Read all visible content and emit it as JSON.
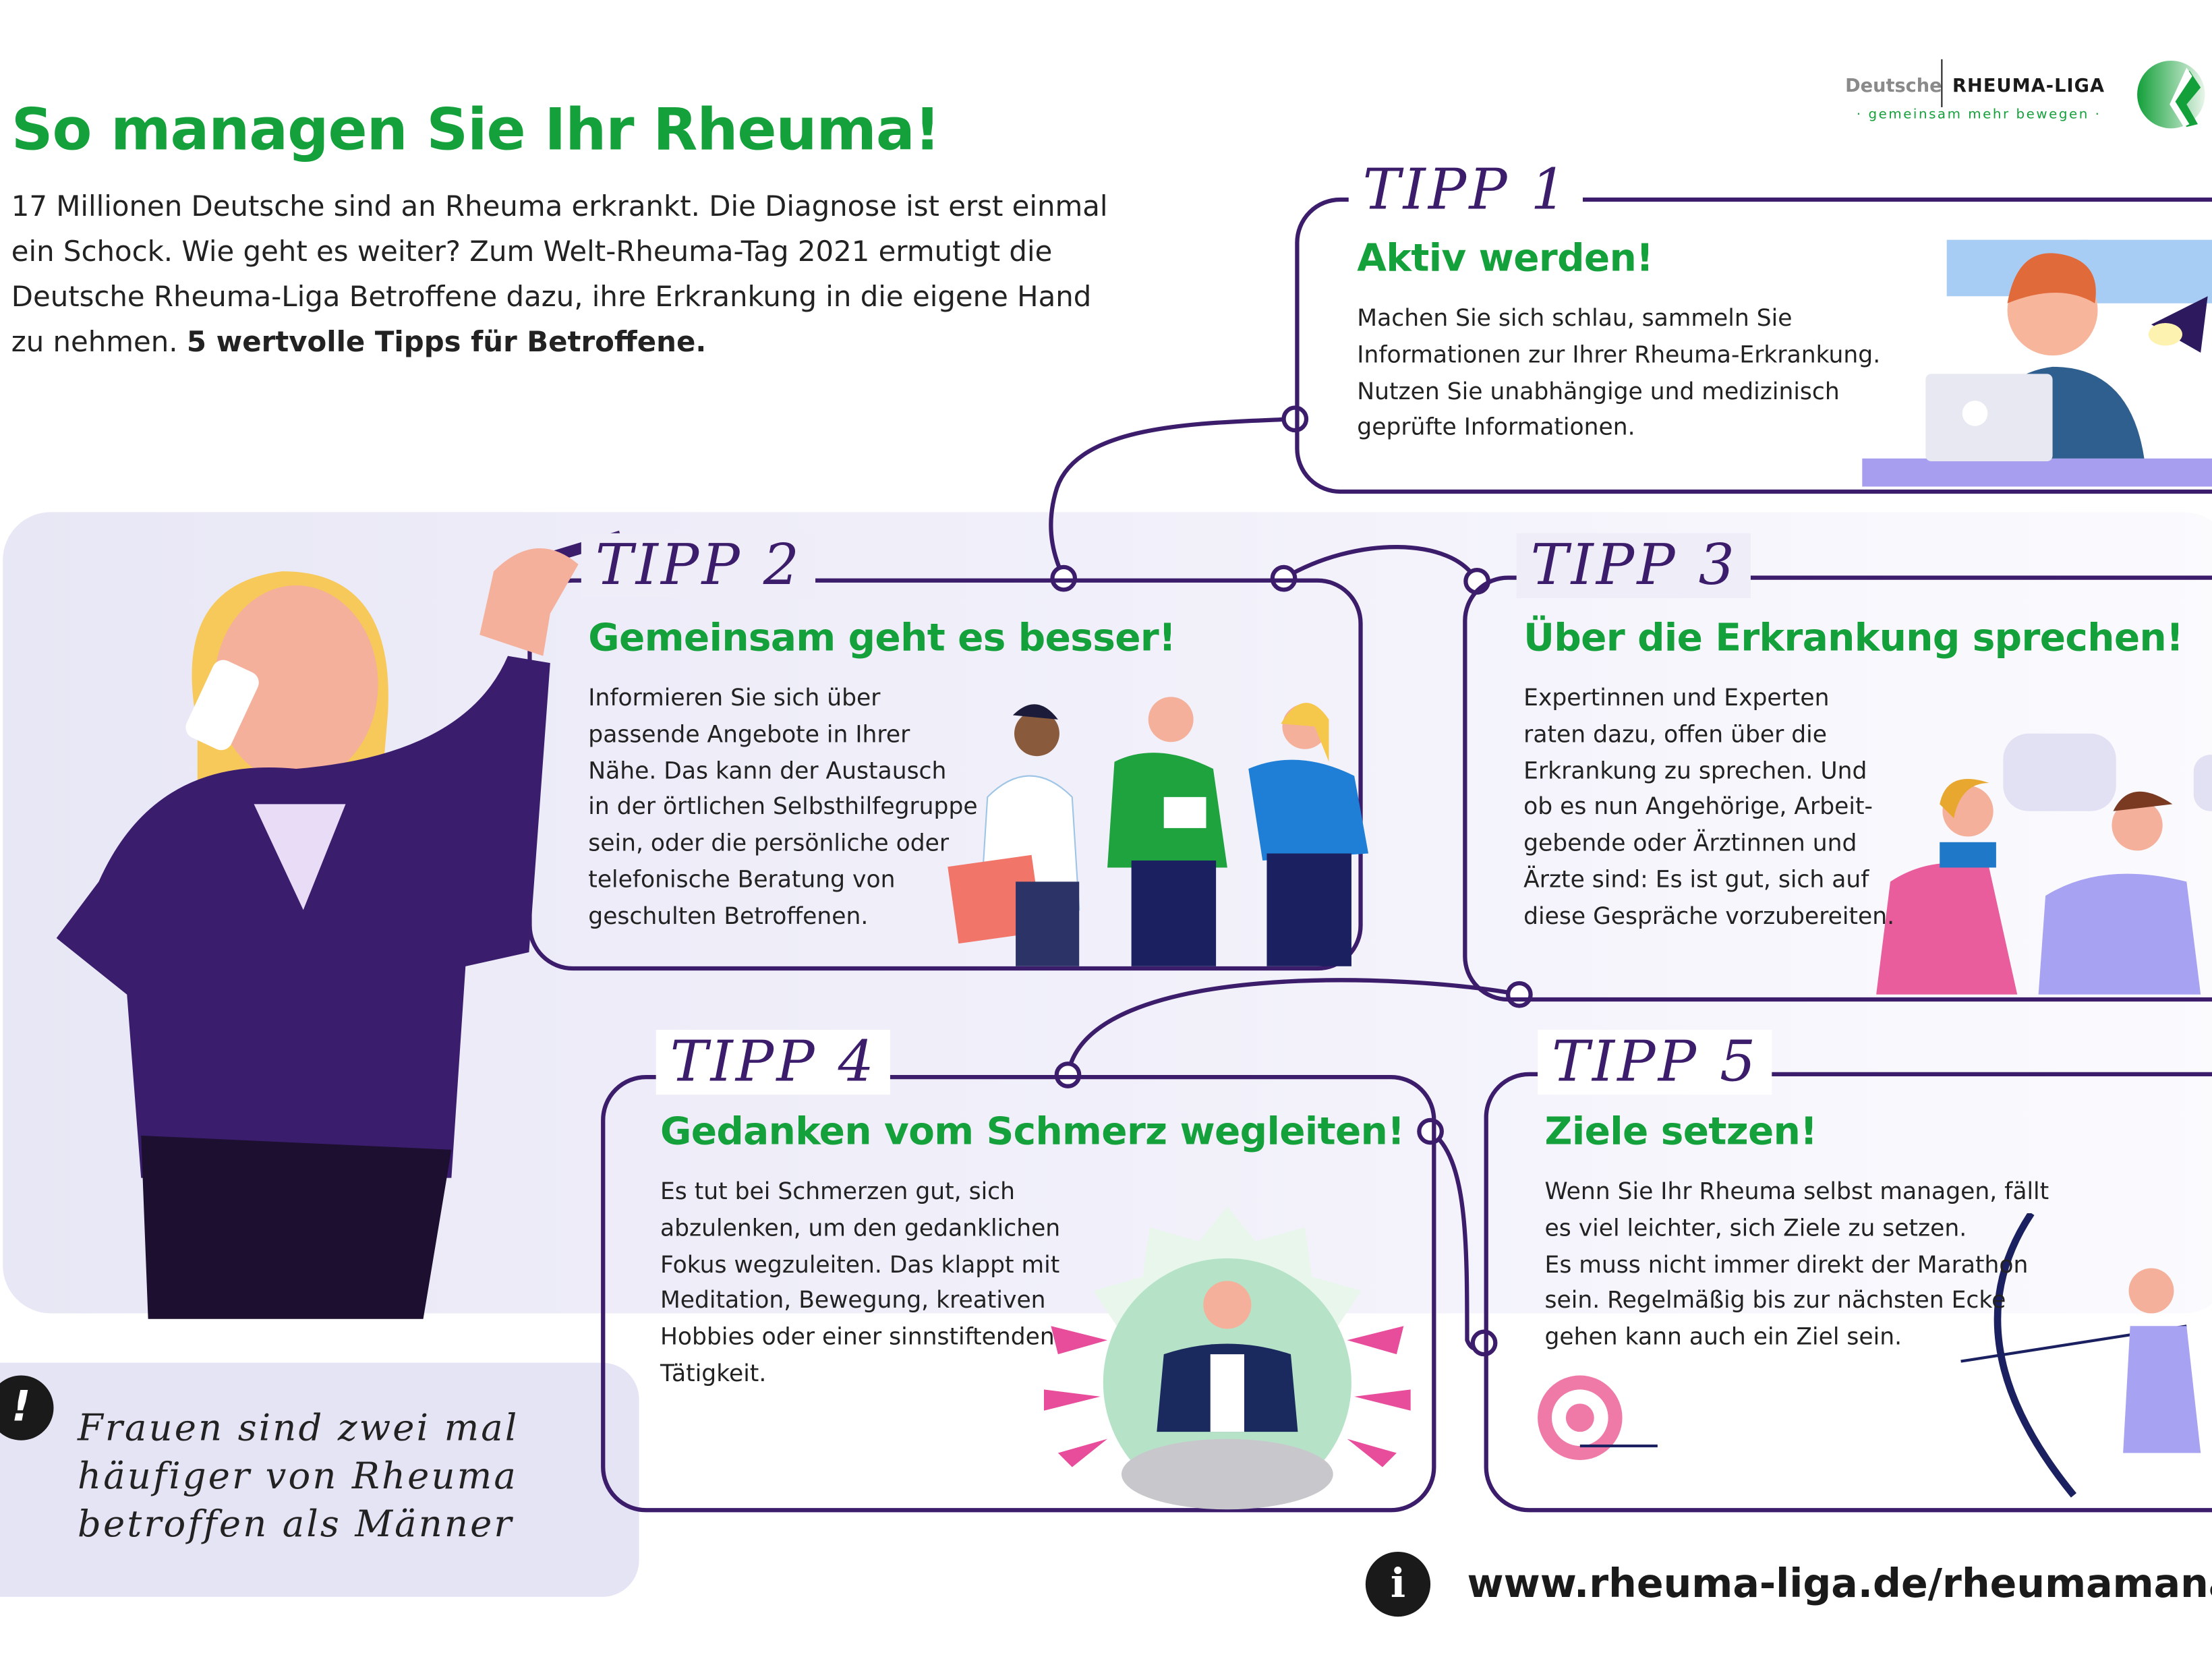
{
  "header": {
    "title": "So managen Sie Ihr Rheuma!",
    "intro": "17 Millionen Deutsche sind an Rheuma erkrankt. Die Diagnose ist erst einmal ein Schock. Wie geht es weiter? Zum Welt-Rheuma-Tag 2021 ermutigt die Deutsche Rheuma-Liga Betroffene dazu, ihre Erkrankung in die eigene Hand zu nehmen.",
    "intro_bold": "5 wertvolle Tipps für Betroffene."
  },
  "logo": {
    "word1": "Deutsche",
    "word2": "RHEUMA-LIGA",
    "tagline": "· gemeinsam mehr bewegen ·"
  },
  "tips": [
    {
      "label": "TIPP 1",
      "heading": "Aktiv werden!",
      "body": "Machen Sie sich schlau, sammeln Sie\nInformationen zur Ihrer Rheuma-Erkrankung.\nNutzen Sie unabhängige und medizinisch\ngeprüfte Informationen."
    },
    {
      "label": "TIPP 2",
      "heading": "Gemeinsam geht es besser!",
      "body": "Informieren Sie sich über\npassende Angebote in Ihrer\nNähe. Das kann der Austausch\nin der örtlichen Selbsthilfegruppe\nsein, oder die persönliche oder\ntelefonische Beratung von\ngeschulten Betroffenen."
    },
    {
      "label": "TIPP 3",
      "heading": "Über die Erkrankung sprechen!",
      "body": "Expertinnen und Experten\nraten dazu, offen über die\nErkrankung zu sprechen. Und\nob es nun Angehörige, Arbeit-\ngebende oder Ärztinnen und\nÄrzte sind: Es ist gut, sich auf\ndiese Gespräche vorzubereiten."
    },
    {
      "label": "TIPP 4",
      "heading": "Gedanken vom Schmerz wegleiten!",
      "body": "Es tut bei Schmerzen gut, sich\nabzulenken, um den gedanklichen\nFokus wegzuleiten. Das klappt mit\nMeditation, Bewegung, kreativen\nHobbies oder einer sinnstiftenden\nTätigkeit."
    },
    {
      "label": "TIPP 5",
      "heading": "Ziele setzen!",
      "body": "Wenn Sie Ihr Rheuma selbst managen, fällt\nes viel leichter, sich Ziele zu setzen.\nEs muss nicht immer direkt der Marathon\nsein. Regelmäßig bis zur nächsten Ecke\ngehen kann auch ein Ziel sein."
    }
  ],
  "note": {
    "text": "Frauen sind zwei mal\nhäufiger von Rheuma\nbetroffen als Männer"
  },
  "footer": {
    "url": "www.rheuma-liga.de/rheumamanage"
  },
  "colors": {
    "green": "#14a03a",
    "purple": "#3c1d6b",
    "lavender": "#e8e7f5"
  }
}
